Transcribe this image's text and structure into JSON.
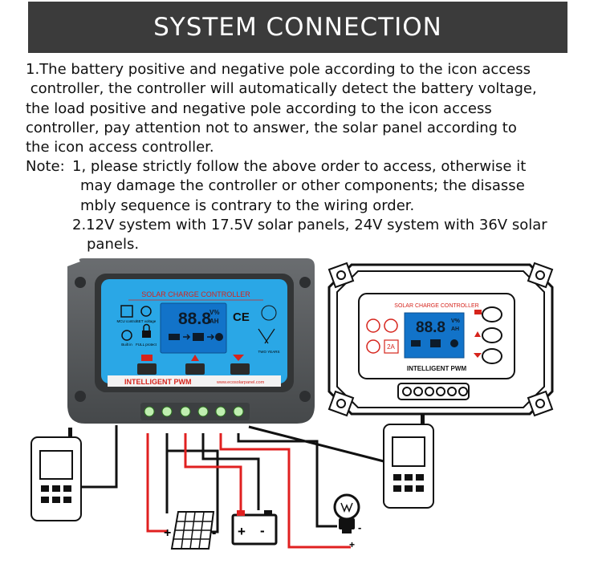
{
  "title": "SYSTEM CONNECTION",
  "instructions": {
    "step1_lines": [
      "1.The battery positive and negative pole according to the icon access",
      " controller, the controller will automatically detect the battery voltage,",
      "the load positive and negative pole according to the icon access",
      "controller, pay attention not to answer, the solar panel according to",
      "the icon access controller."
    ],
    "note_label": "Note:",
    "note1_lines": [
      "1, please strictly follow the above order to access, otherwise it",
      "may damage the controller or other components; the disasse",
      "mbly sequence is contrary to the wiring order."
    ],
    "note2_lines": [
      "2.12V system with 17.5V solar panels, 24V system with 36V solar",
      "panels."
    ]
  },
  "controller_front": {
    "header": "SOLAR CHARGE CONTROLLER",
    "lcd_value": "88.8",
    "lcd_units_top": "V%",
    "lcd_units_bottom": "AH",
    "icon_labels": [
      "MCU control",
      "SET voltage",
      "Built in",
      "FULL protect"
    ],
    "ce_mark": "CE",
    "brand": "INTELLIGENT PWM",
    "website": "www.ecosolarpanel.com",
    "warranty_text": "TWO YEARS"
  },
  "controller_outline": {
    "header": "SOLAR CHARGE CONTROLLER",
    "lcd_value": "88.8",
    "lcd_units_top": "V%",
    "lcd_units_bottom": "AH",
    "badge_current": "2A",
    "brand": "INTELLIGENT PWM"
  },
  "wiring_symbols": {
    "solar_plus": "+",
    "solar_minus": "-",
    "battery_plus": "+",
    "battery_minus": "-",
    "lamp_minus": "-",
    "lamp_plus": "+"
  },
  "colors": {
    "banner": "#3b3b3b",
    "panel_blue": "#2aa7e6",
    "lcd_blue": "#1273c9",
    "wire_red": "#e02020",
    "brand_red": "#d6241c",
    "case_grey": "#5a5d5f"
  }
}
